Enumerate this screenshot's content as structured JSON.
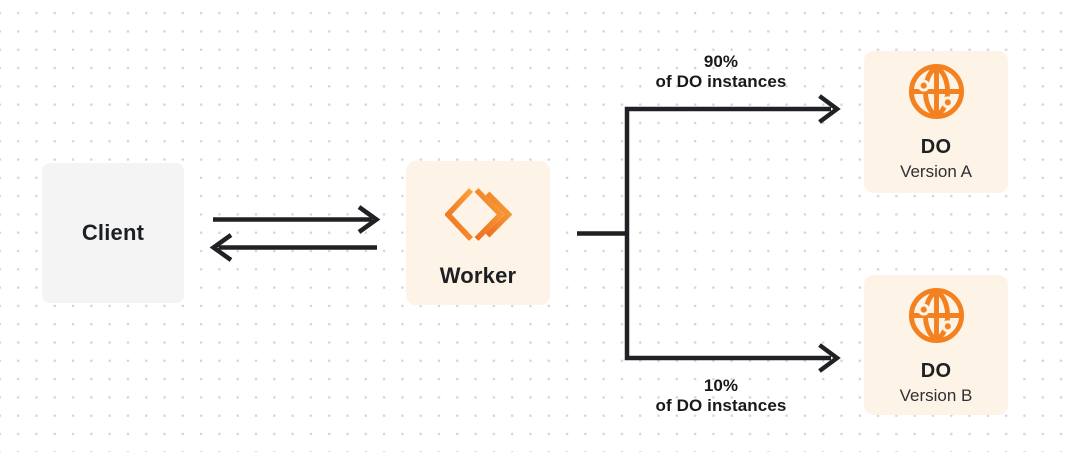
{
  "nodes": {
    "client": {
      "label": "Client"
    },
    "worker": {
      "label": "Worker"
    },
    "do_version_a": {
      "title": "DO",
      "subtitle": "Version A"
    },
    "do_version_b": {
      "title": "DO",
      "subtitle": "Version B"
    }
  },
  "edges": {
    "split_top": {
      "percent": "90%",
      "caption": "of DO instances"
    },
    "split_bottom": {
      "percent": "10%",
      "caption": "of DO instances"
    }
  },
  "icons": {
    "worker_icon": "cloudflare-workers-icon",
    "do_icon": "durable-object-globe-icon"
  },
  "colors": {
    "accent_orange": "#f6821f",
    "cream_box": "#fdf3e6",
    "gray_box": "#f4f4f5",
    "line_dark": "#1f2124",
    "dot_grid": "#d6d6d8"
  }
}
